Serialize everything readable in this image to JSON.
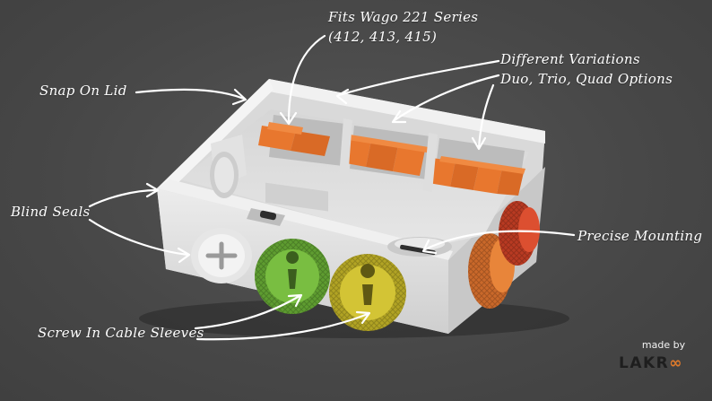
{
  "labels": {
    "fits_line1": "Fits Wago 221 Series",
    "fits_line2": "(412, 413, 415)",
    "variations_line1": "Different Variations",
    "variations_line2": "Duo, Trio, Quad Options",
    "snap_on_lid": "Snap On Lid",
    "blind_seals": "Blind Seals",
    "precise_mounting": "Precise Mounting",
    "screw_in_sleeves": "Screw In Cable Sleeves"
  },
  "branding": {
    "made_by": "made by",
    "name": "LAKR",
    "infinity": "∞"
  },
  "colors": {
    "background": "#4a4a4a",
    "box": "#e4e4e4",
    "lever_orange": "#e8772e",
    "sleeve_green": "#6fb23a",
    "sleeve_yellow": "#c9b92d",
    "sleeve_orange": "#e37d34",
    "sleeve_red": "#d84a2c",
    "annotation": "#ffffff",
    "brand_accent": "#e07a2a"
  }
}
